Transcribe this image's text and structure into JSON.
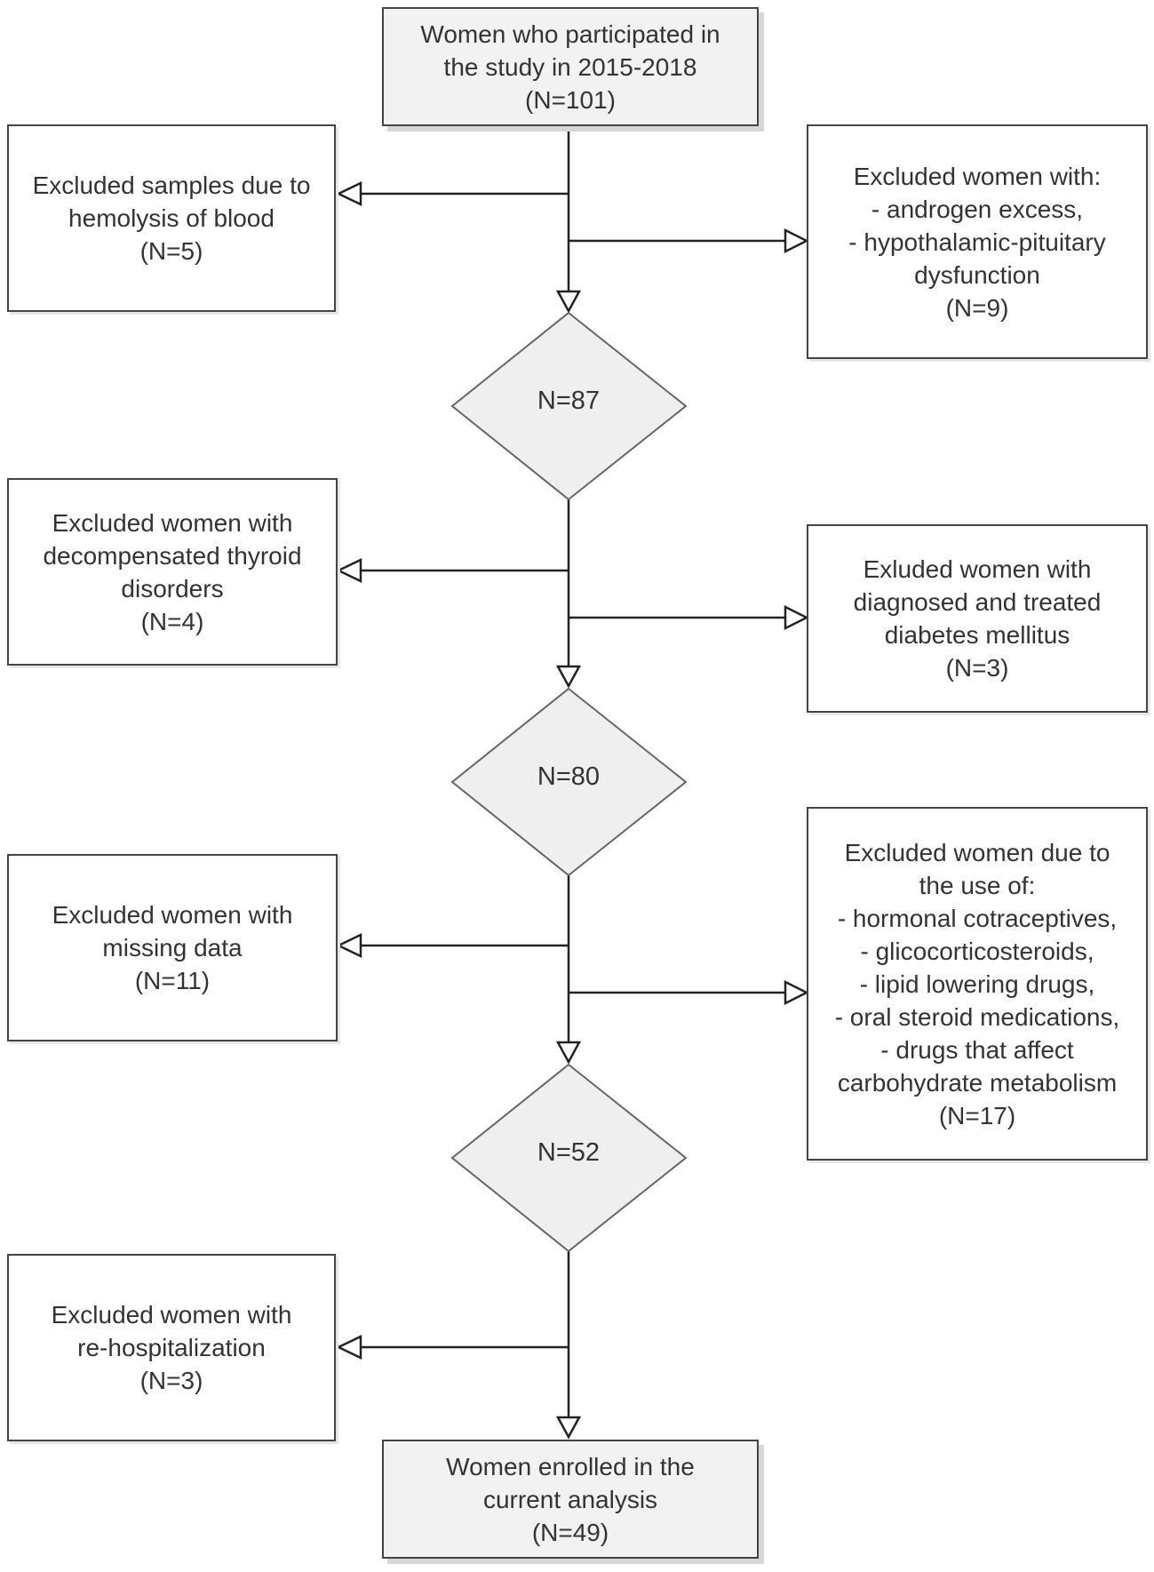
{
  "start": {
    "lines": [
      "Women who participated in",
      "the study in 2015-2018",
      "(N=101)"
    ]
  },
  "exclusions_left": [
    {
      "lines": [
        "Excluded samples due to",
        "hemolysis of blood",
        "(N=5)"
      ]
    },
    {
      "lines": [
        "Excluded women with",
        "decompensated thyroid",
        "disorders",
        "(N=4)"
      ]
    },
    {
      "lines": [
        "Excluded women with",
        "missing data",
        "(N=11)"
      ]
    },
    {
      "lines": [
        "Excluded women with",
        "re-hospitalization",
        "(N=3)"
      ]
    }
  ],
  "exclusions_right": [
    {
      "lines": [
        "Excluded women with:",
        "- androgen excess,",
        "- hypothalamic-pituitary",
        "dysfunction",
        "(N=9)"
      ]
    },
    {
      "lines": [
        "Exluded women with",
        "diagnosed and treated",
        "diabetes mellitus",
        "(N=3)"
      ]
    },
    {
      "lines": [
        "Excluded women due to",
        "the use of:",
        "- hormonal cotraceptives,",
        "- glicocorticosteroids,",
        "- lipid lowering drugs,",
        "- oral steroid medications,",
        "- drugs that affect",
        "carbohydrate metabolism",
        "(N=17)"
      ]
    }
  ],
  "counts": [
    "N=87",
    "N=80",
    "N=52"
  ],
  "end": {
    "lines": [
      "Women enrolled in the",
      "current analysis",
      "(N=49)"
    ]
  }
}
